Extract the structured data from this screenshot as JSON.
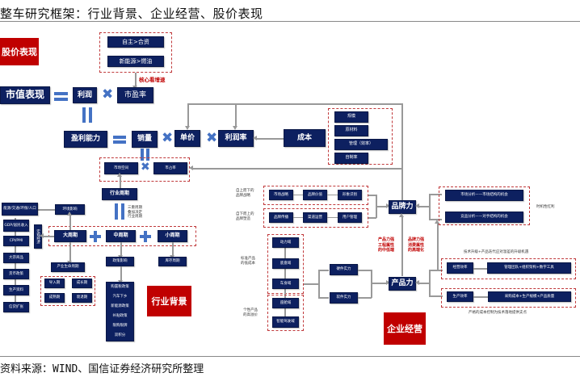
{
  "header": {
    "title": "整车研究框架：行业背景、企业经营、股价表现"
  },
  "footer": {
    "source": "资料来源：WIND、国信证券经济研究所整理"
  },
  "colors": {
    "navy": "#0d2060",
    "red": "#c00000",
    "operator_blue": "#4472c4",
    "dash_red": "#c0393b",
    "connector_gray": "#999999"
  },
  "sections": {
    "stock": "股价表现",
    "industry": "行业背景",
    "enterprise": "企业经营"
  },
  "valuation": {
    "growth_items": [
      "自主>合资",
      "新能源>燃油"
    ],
    "growth_note": "核心看增速",
    "market_cap": "市值表现",
    "profit": "利润",
    "pe": "市盈率"
  },
  "profitability": {
    "label": "盈利能力",
    "volume": "销量",
    "unit_price": "单价",
    "margin": "利润率",
    "cost": "成本",
    "cost_items": [
      "规模",
      "原材料",
      "管理（效率）",
      "自制率"
    ],
    "market_space": "市场空间",
    "market_share": "市占率",
    "industry_cycle": "行业周期"
  },
  "cycles": {
    "triple_note": [
      "三重周期",
      "叠加决定",
      "行业周期"
    ],
    "long": "大周期",
    "medium": "中周期",
    "short": "小周期",
    "macro_label": "宏观经济",
    "environment": "环境影响",
    "environment_factors": "能源/交通/环保/人口",
    "macro_items": [
      "GDP/居民收入",
      "CPI/PMI",
      "大宗商品",
      "货币政策",
      "生产资料",
      "信贷扩张"
    ],
    "lifecycle": "产业生命周期",
    "lifecycle_stages": [
      "导入期",
      "成长期",
      "成熟期",
      "衰退期"
    ],
    "policy": "政策影响",
    "policy_items": [
      "购置税政策",
      "汽车下乡",
      "新能源政策",
      "补贴政策",
      "限购限牌",
      "双积分"
    ],
    "inventory": "库存周期"
  },
  "brand": {
    "label": "品牌力",
    "top_down_note": [
      "自上而下的",
      "品牌战略"
    ],
    "top_down": [
      "市场战略",
      "品牌价值",
      "形象识别"
    ],
    "bottom_up_note": [
      "自下而上的",
      "品牌塑造"
    ],
    "bottom_up": [
      "品牌传播",
      "渠道运营",
      "用户管理"
    ],
    "opportunity": [
      "市场分析——市场结构的机会",
      "竞品分析——对手结构的机会"
    ],
    "opportunity_note": "时机性红利"
  },
  "product": {
    "label": "产品力",
    "std_note": [
      "标准产品",
      "的低成本"
    ],
    "std_domains": [
      "动力域",
      "底盘域",
      "车身域"
    ],
    "pers_note": [
      "个性产品",
      "的高溢价"
    ],
    "pers_domains": [
      "座舱域",
      "智能驾驶域"
    ],
    "hardware": "硬件实力",
    "software": "软件实力",
    "product_note": [
      "产品力强",
      "工程属性",
      "的中低端"
    ],
    "brand_note": [
      "品牌力强",
      "消费属性",
      "的高端化"
    ]
  },
  "efficiency": {
    "upgrade_note": "技术升级+产品迭代应对温差的升级机遇",
    "operating": "经营效率",
    "operating_detail": "管理团队+组织架构+数字工具",
    "production": "生产效率",
    "production_detail": "采购成本+生产规模+产品质量",
    "cost_note": "严格的成本控制为技术落地提供支点"
  }
}
